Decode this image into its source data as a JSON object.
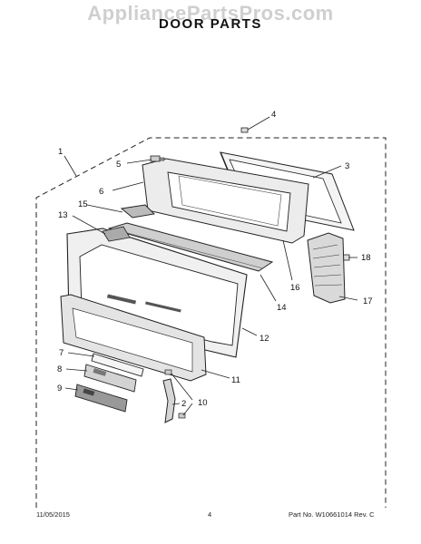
{
  "watermark": "AppliancePartsPros.com",
  "title": "DOOR PARTS",
  "callouts": [
    "1",
    "2",
    "3",
    "4",
    "5",
    "6",
    "7",
    "8",
    "9",
    "10",
    "11",
    "12",
    "13",
    "14",
    "15",
    "16",
    "17",
    "18"
  ],
  "footer": {
    "date": "11/05/2015",
    "page": "4",
    "part_no": "Part No. W10661014  Rev. C"
  }
}
